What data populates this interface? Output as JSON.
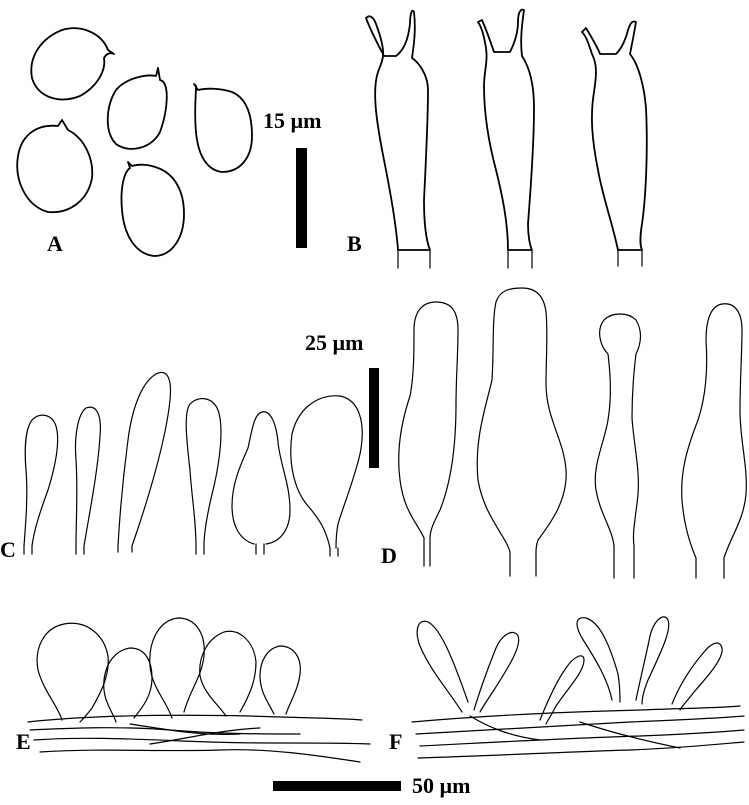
{
  "panels": {
    "a": "A",
    "b": "B",
    "c": "C",
    "d": "D",
    "e": "E",
    "f": "F"
  },
  "scale_bars": {
    "ab": "15 µm",
    "cd": "25 µm",
    "ef": "50 µm"
  }
}
